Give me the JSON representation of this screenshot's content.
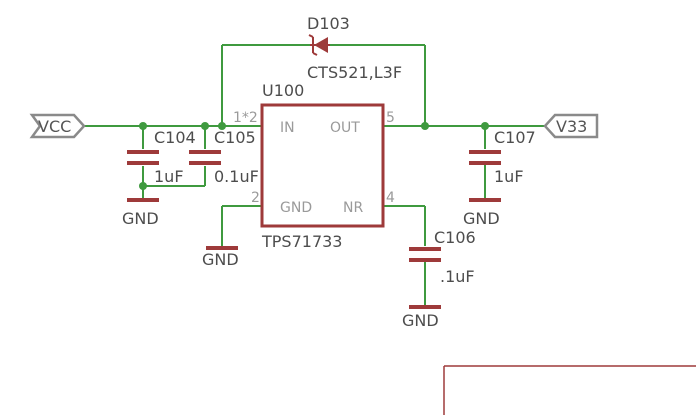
{
  "ports": {
    "vcc": "VCC",
    "v33": "V33"
  },
  "ic": {
    "ref": "U100",
    "value": "TPS71733",
    "pins": {
      "in_num": "1*2",
      "in_name": "IN",
      "out_num": "5",
      "out_name": "OUT",
      "gnd_num": "2",
      "gnd_name": "GND",
      "nr_num": "4",
      "nr_name": "NR"
    }
  },
  "diode": {
    "ref": "D103",
    "value": "CTS521,L3F"
  },
  "capacitors": {
    "c104": {
      "ref": "C104",
      "value": "1uF"
    },
    "c105": {
      "ref": "C105",
      "value": "0.1uF"
    },
    "c106": {
      "ref": "C106",
      "value": ".1uF"
    },
    "c107": {
      "ref": "C107",
      "value": "1uF"
    }
  },
  "grounds": {
    "gnd1": "GND",
    "gnd2": "GND",
    "gnd3": "GND",
    "gnd4": "GND"
  },
  "colors": {
    "wire": "#3f9a3f",
    "part": "#9e3a3a",
    "port": "#8a8a8a",
    "text": "#4d4d4d"
  }
}
